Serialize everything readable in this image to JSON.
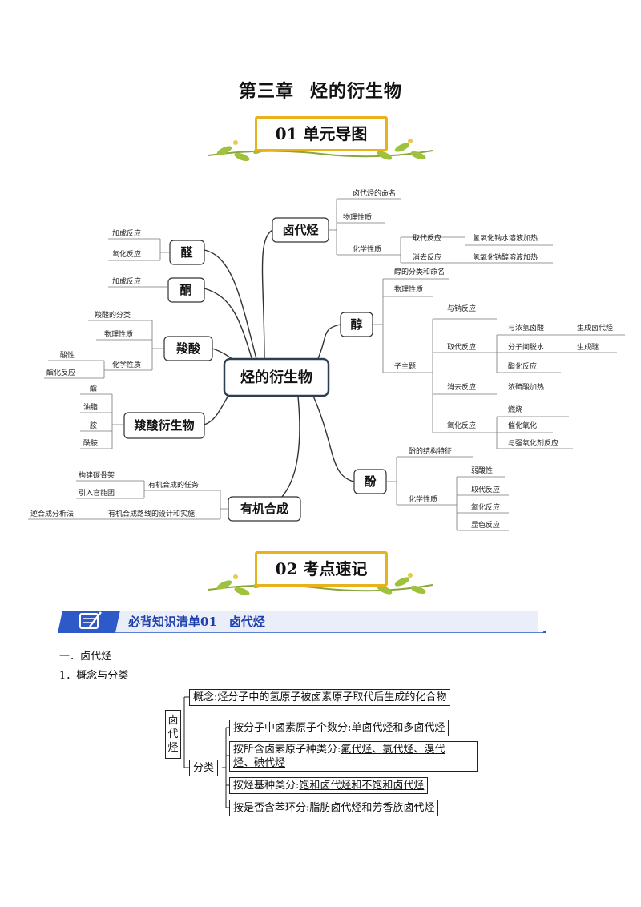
{
  "title": {
    "part1": "第三章",
    "part2": "烃的衍生物"
  },
  "banner1": {
    "num": "01",
    "text": "单元导图"
  },
  "banner2": {
    "num": "02",
    "text": "考点速记"
  },
  "mindmap": {
    "center": "烃的衍生物",
    "nodes": {
      "haloalkane": "卤代烃",
      "alcohol": "醇",
      "phenol": "酚",
      "synthesis": "有机合成",
      "aldehyde": "醛",
      "ketone": "酮",
      "acid": "羧酸",
      "acid_deriv": "羧酸衍生物"
    },
    "haloalkane_items": [
      "卤代烃的命名",
      "物理性质",
      "化学性质",
      "取代反应",
      "氢氧化钠水溶液加热",
      "消去反应",
      "氢氧化钠醇溶液加热"
    ],
    "alcohol_items": [
      "醇的分类和命名",
      "物理性质",
      "子主题",
      "与钠反应",
      "取代反应",
      "与浓氢卤酸",
      "生成卤代烃",
      "分子间脱水",
      "生成醚",
      "酯化反应",
      "消去反应",
      "浓硫酸加热",
      "氧化反应",
      "燃烧",
      "催化氧化",
      "与强氧化剂反应"
    ],
    "phenol_items": [
      "酚的结构特征",
      "化学性质",
      "弱酸性",
      "取代反应",
      "氧化反应",
      "显色反应"
    ],
    "synthesis_items": [
      "有机合成的任务",
      "构建碳骨架",
      "引入官能团",
      "有机合成路线的设计和实施",
      "逆合成分析法"
    ],
    "aldehyde_items": [
      "加成反应",
      "氧化反应"
    ],
    "ketone_items": [
      "加成反应"
    ],
    "acid_items": [
      "羧酸的分类",
      "物理性质",
      "化学性质",
      "酸性",
      "酯化反应"
    ],
    "acid_deriv_items": [
      "酯",
      "油脂",
      "胺",
      "酰胺"
    ]
  },
  "section": {
    "title": "必背知识清单01　卤代烃"
  },
  "outline": {
    "h1": "一．卤代烃",
    "h2": "1．概念与分类"
  },
  "concept": {
    "root": "卤代烃",
    "definition_label": "概念:",
    "definition": "烃分子中的氢原子被卤素原子取代后生成的化合物",
    "classify_label": "分类",
    "c1_prefix": "按分子中卤素原子个数分:",
    "c1_value": "单卤代烃和多卤代烃",
    "c2_prefix": "按所含卤素原子种类分:",
    "c2_value1": "氟代烃、氯代烃、溴代",
    "c2_value2": "烃、碘代烃",
    "c3_prefix": "按烃基种类分:",
    "c3_value": "饱和卤代烃和不饱和卤代烃",
    "c4_prefix": "按是否含苯环分:",
    "c4_value": "脂肪卤代烃和芳香族卤代烃"
  },
  "colors": {
    "banner_border": "#e9b21a",
    "section_blue": "#1f3fae",
    "leaf_green": "#9ec23c"
  }
}
